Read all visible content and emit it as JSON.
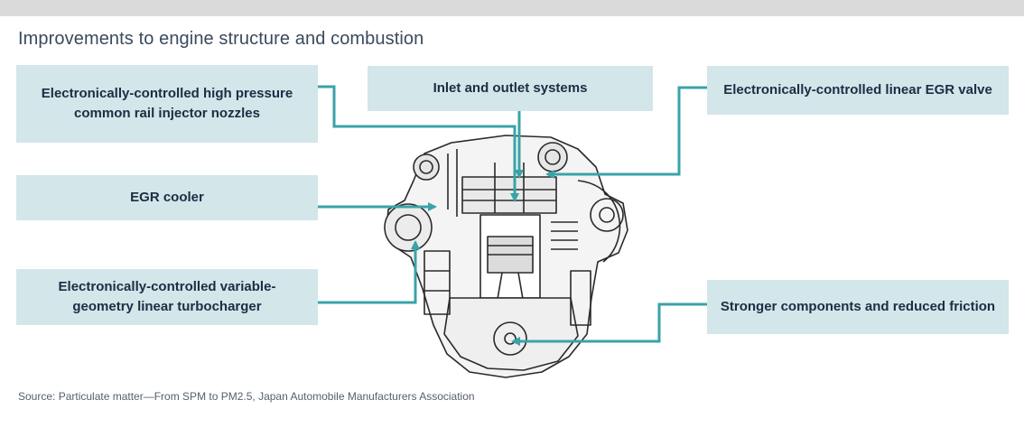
{
  "title": "Improvements to engine structure and combustion",
  "labels": {
    "injector": "Electronically-controlled high pressure common rail injector nozzles",
    "inlet": "Inlet and outlet systems",
    "egr_valve": "Electronically-controlled linear EGR valve",
    "egr_cooler": "EGR cooler",
    "turbo": "Electronically-controlled variable-geometry linear turbocharger",
    "components": "Stronger components and reduced friction"
  },
  "source": "Source: Particulate matter—From SPM to PM2.5, Japan Automobile Manufacturers Association",
  "colors": {
    "label_box": "#d3e6e9",
    "connector": "#3aa3a8",
    "label_text": "#1c2d44",
    "title_text": "#3a4a5c"
  }
}
